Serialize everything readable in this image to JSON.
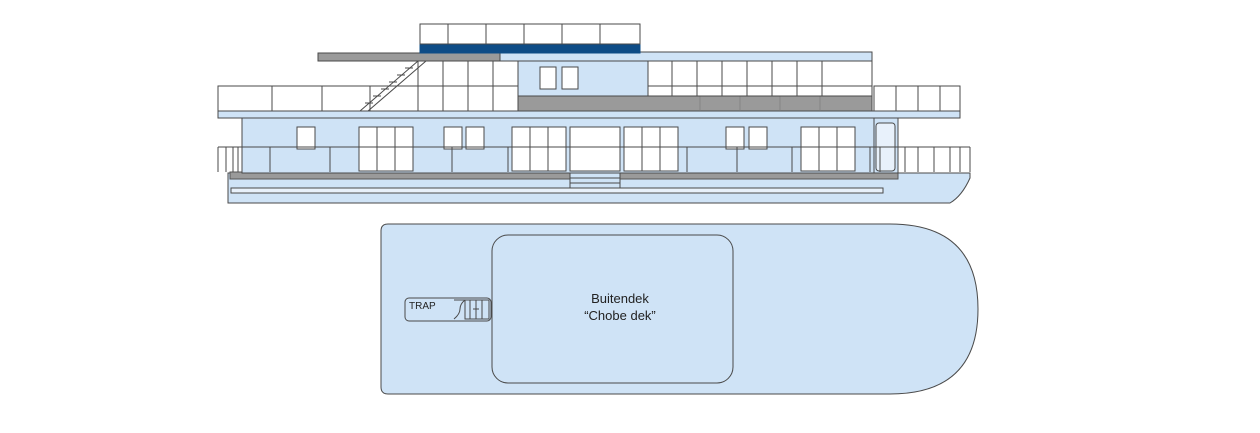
{
  "deck_plan": {
    "outer_deck_name": "Buitendek",
    "outer_deck_subname": "“Chobe dek”",
    "stair_label": "TRAP"
  },
  "colors": {
    "hull_fill": "#cfe3f6",
    "outline": "#4a4a4a",
    "accent_deck": "#0e4c86",
    "highlight_band": "#0e4c86"
  },
  "icons": [
    "staircase-icon",
    "ship-side-view-illustration",
    "deck-plan-illustration"
  ]
}
